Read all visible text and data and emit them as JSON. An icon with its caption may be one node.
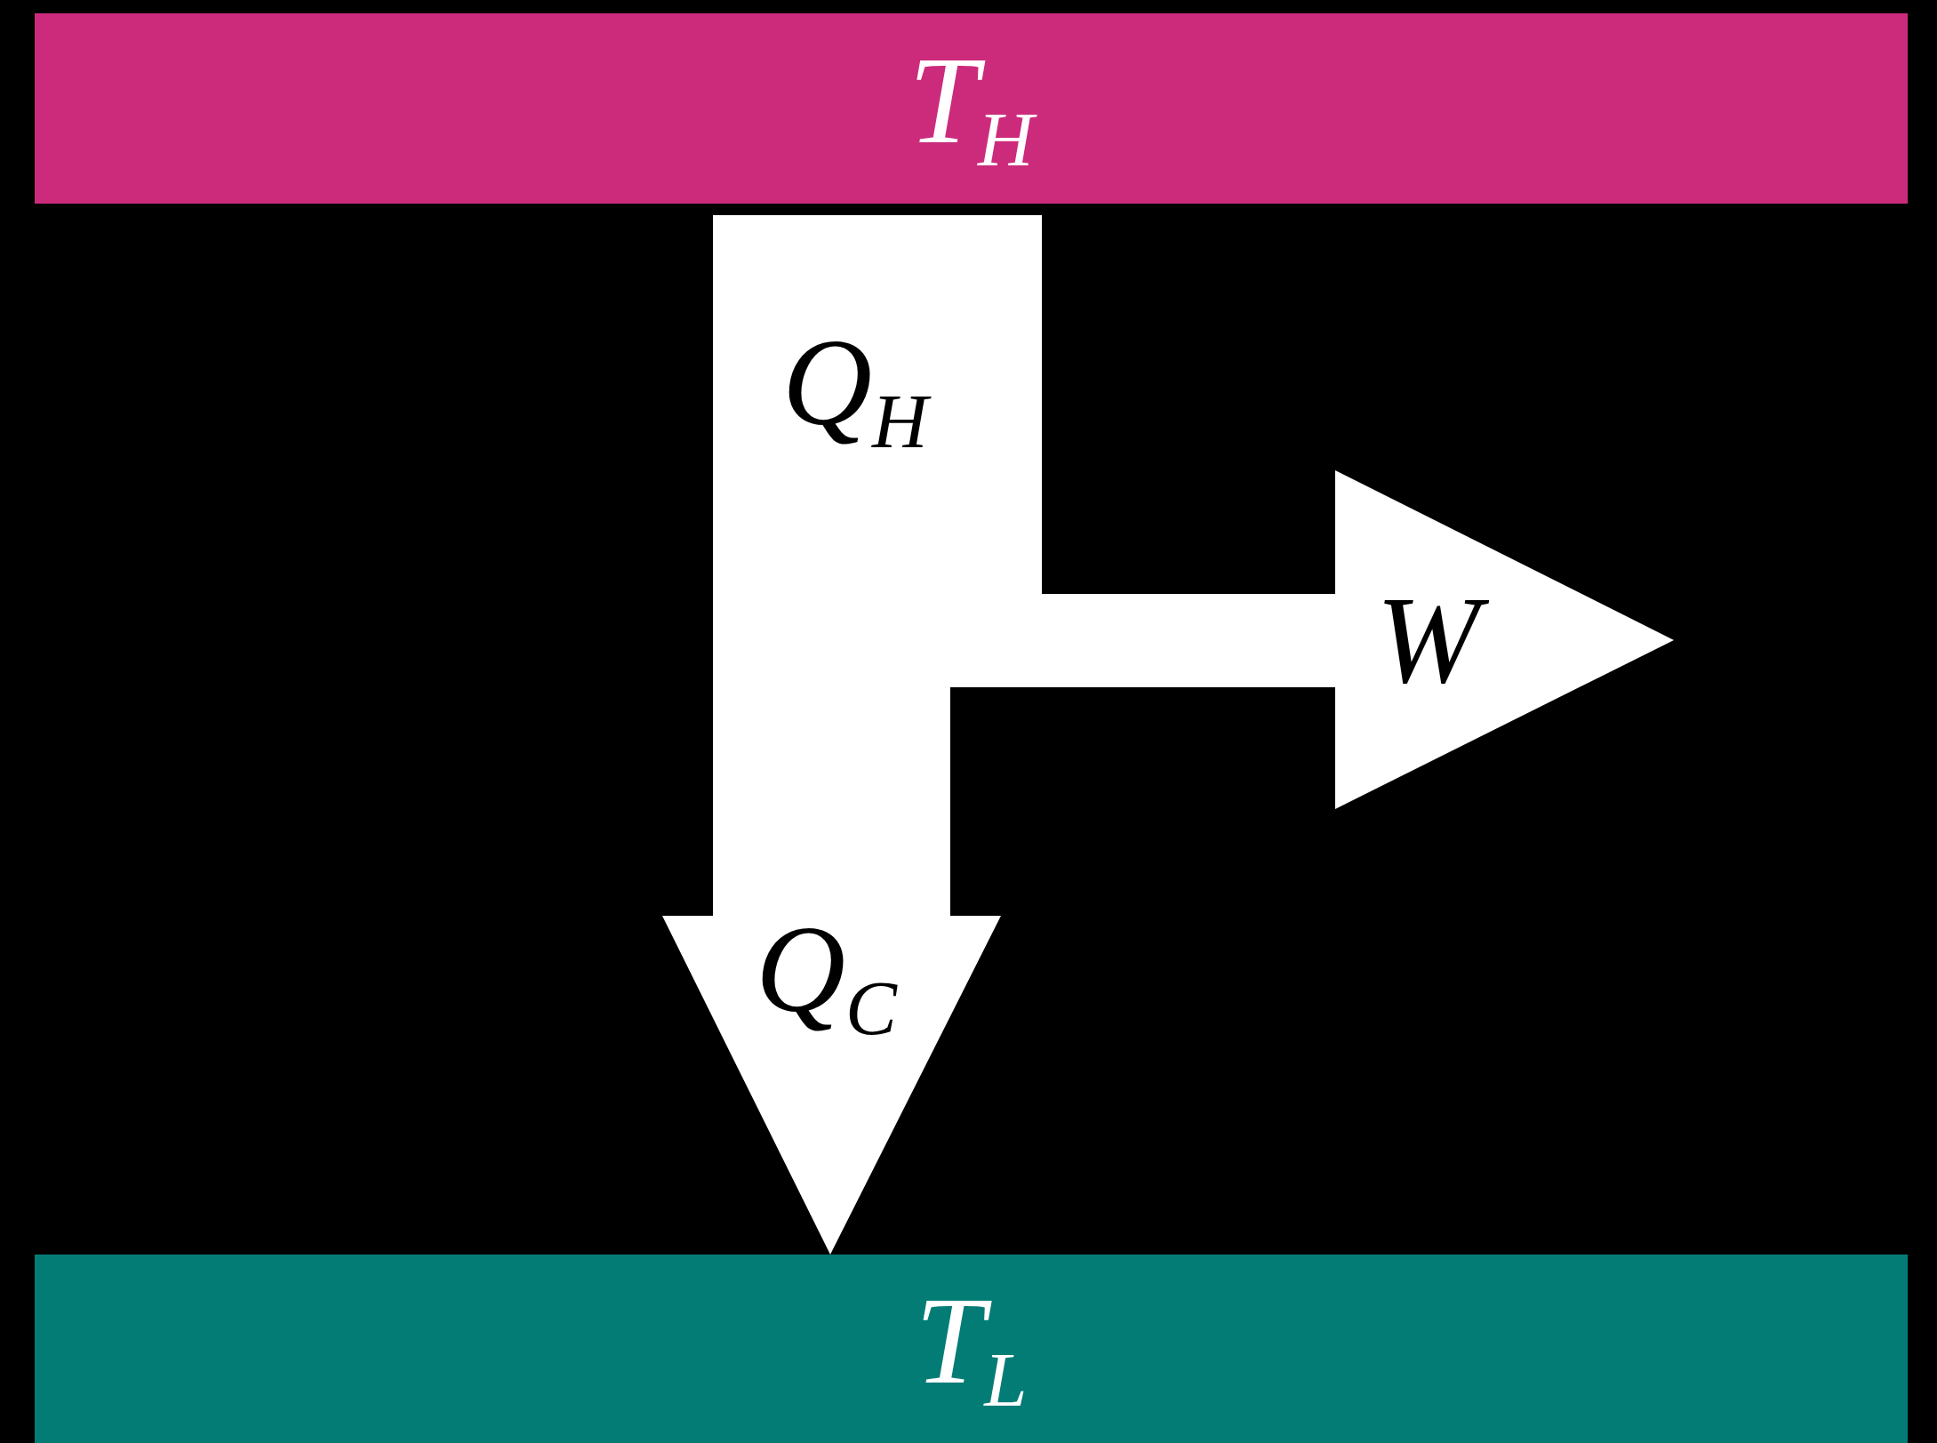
{
  "diagram": {
    "nodes": [
      {
        "text": [
          "T$_{H}$"
        ]
      },
      {
        "text": [
          "T$_{L}$"
        ]
      }
    ],
    "edges": [
      {
        "from": 0,
        "to": 1,
        "arrow": "to",
        "label": "Q$_{C}$"
      },
      {
        "from": 0,
        "to": null,
        "arrow": "to",
        "label": "W"
      }
    ],
    "labels": [
      "Q$_{H}$"
    ]
  }
}
